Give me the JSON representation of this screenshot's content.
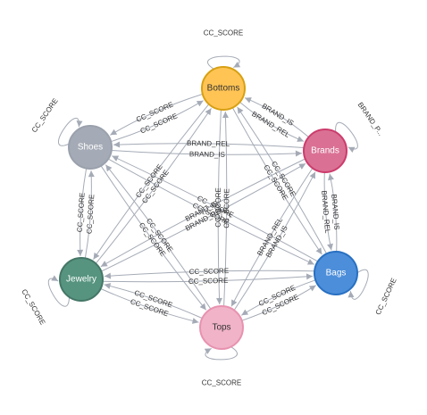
{
  "graph": {
    "nodes": [
      {
        "id": "bottoms",
        "label": "Bottoms",
        "fill": "#ffc454",
        "stroke": "#d7a013",
        "text_color": "#333333"
      },
      {
        "id": "brands",
        "label": "Brands",
        "fill": "#da7194",
        "stroke": "#cc3c6c",
        "text_color": "#ffffff"
      },
      {
        "id": "shoes",
        "label": "Shoes",
        "fill": "#a5abb6",
        "stroke": "#9aa1ac",
        "text_color": "#ffffff"
      },
      {
        "id": "jewelry",
        "label": "Jewelry",
        "fill": "#569480",
        "stroke": "#447666",
        "text_color": "#ffffff"
      },
      {
        "id": "bags",
        "label": "Bags",
        "fill": "#4c8eda",
        "stroke": "#2870c2",
        "text_color": "#ffffff"
      },
      {
        "id": "tops",
        "label": "Tops",
        "fill": "#f1b3c8",
        "stroke": "#e892b0",
        "text_color": "#333333"
      }
    ],
    "edge_labels": {
      "cc_score": "CC_SCORE",
      "brand_rel": "BRAND_REL",
      "brand_is": "BRAND_IS",
      "brand_truncated": "BRAND_P..."
    },
    "edge_color": "#a5abb6"
  }
}
